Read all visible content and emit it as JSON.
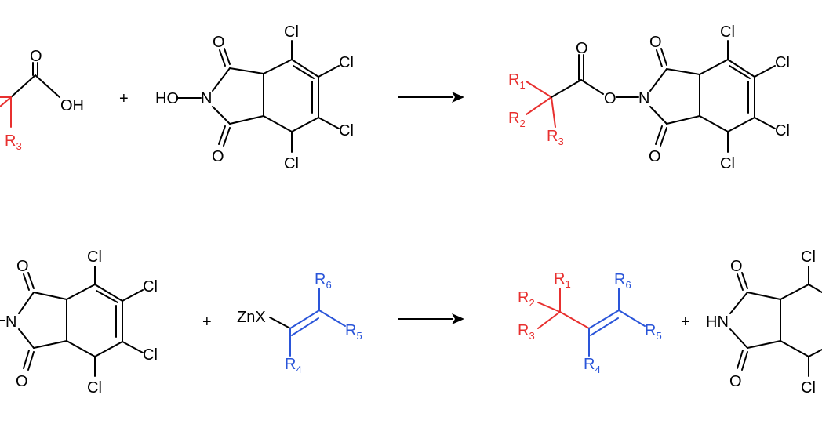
{
  "colors": {
    "black": "#000000",
    "r_group_red": "#e8302f",
    "r_group_blue": "#2a55d9"
  },
  "labels": {
    "O": "O",
    "OH": "OH",
    "HO": "HO",
    "N": "N",
    "Cl": "Cl",
    "ZnX": "ZnX",
    "HN": "HN",
    "R": "R",
    "plus": "+",
    "sub1": "1",
    "sub2": "2",
    "sub3": "3",
    "sub4": "4",
    "sub5": "5",
    "sub6": "6"
  }
}
